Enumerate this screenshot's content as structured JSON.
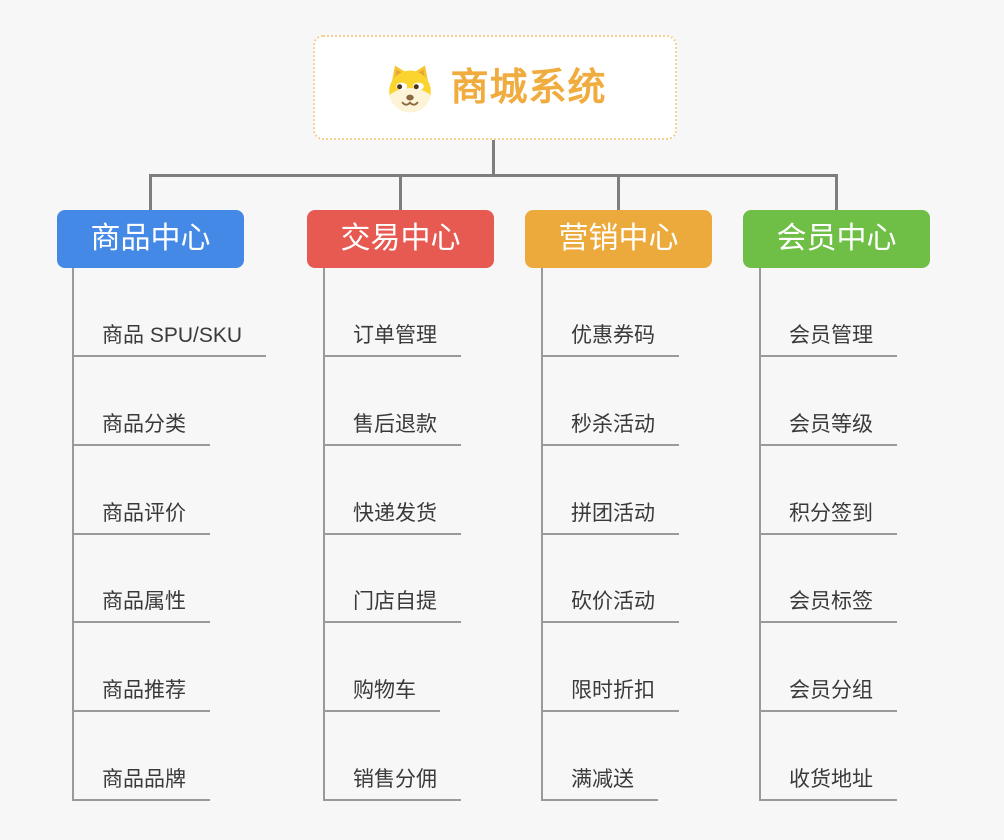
{
  "page": {
    "background_color": "#f7f7f7",
    "connector_color": "#7e7e7e",
    "leaf_line_color": "#9a9a9a"
  },
  "root": {
    "label": "商城系统",
    "icon": "dog-face-icon",
    "text_color": "#f0ac3e",
    "border_color": "#f3d092"
  },
  "branches": [
    {
      "label": "商品中心",
      "color": "#4589e6",
      "items": [
        "商品 SPU/SKU",
        "商品分类",
        "商品评价",
        "商品属性",
        "商品推荐",
        "商品品牌"
      ]
    },
    {
      "label": "交易中心",
      "color": "#e75a52",
      "items": [
        "订单管理",
        "售后退款",
        "快递发货",
        "门店自提",
        "购物车",
        "销售分佣"
      ]
    },
    {
      "label": "营销中心",
      "color": "#ecaa3c",
      "items": [
        "优惠券码",
        "秒杀活动",
        "拼团活动",
        "砍价活动",
        "限时折扣",
        "满减送"
      ]
    },
    {
      "label": "会员中心",
      "color": "#6fbe46",
      "items": [
        "会员管理",
        "会员等级",
        "积分签到",
        "会员标签",
        "会员分组",
        "收货地址"
      ]
    }
  ]
}
